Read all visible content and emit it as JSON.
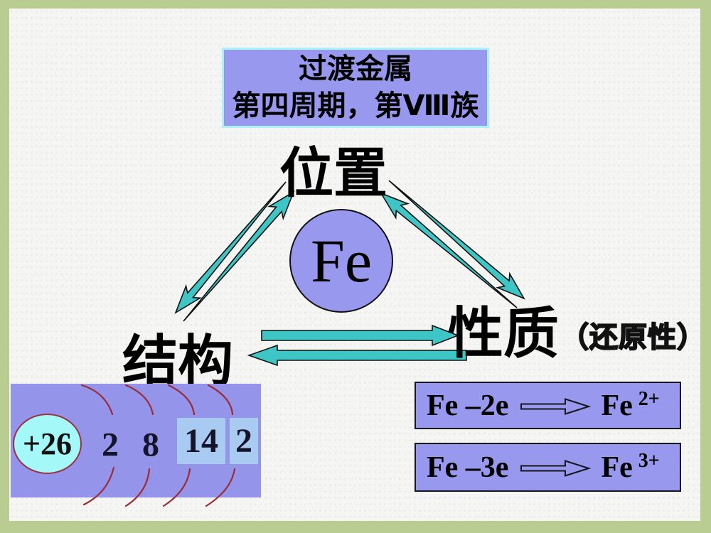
{
  "slide": {
    "colors": {
      "frame_green": "#b9cd92",
      "panel_purple": "#9898ee",
      "arrow_cyan": "#3ec6c6",
      "nucleus_cyan": "#a5f8f8",
      "shell_highlight_blue": "#a9cbf1",
      "arc_red": "#9b2b35"
    },
    "title_box": {
      "line1": "过渡金属",
      "line2": "第四周期，第Ⅷ族"
    },
    "nodes": {
      "position": "位置",
      "element": "Fe",
      "structure": "结构",
      "property": "性质",
      "property_note": "（还原性）"
    },
    "atom": {
      "nucleus_charge": "+26",
      "shells": [
        "2",
        "8",
        "14",
        "2"
      ]
    },
    "equations": [
      {
        "lhs": "Fe –2e",
        "rhs": "Fe",
        "sup": "2+"
      },
      {
        "lhs": "Fe –3e",
        "rhs": "Fe",
        "sup": "3+"
      }
    ]
  }
}
